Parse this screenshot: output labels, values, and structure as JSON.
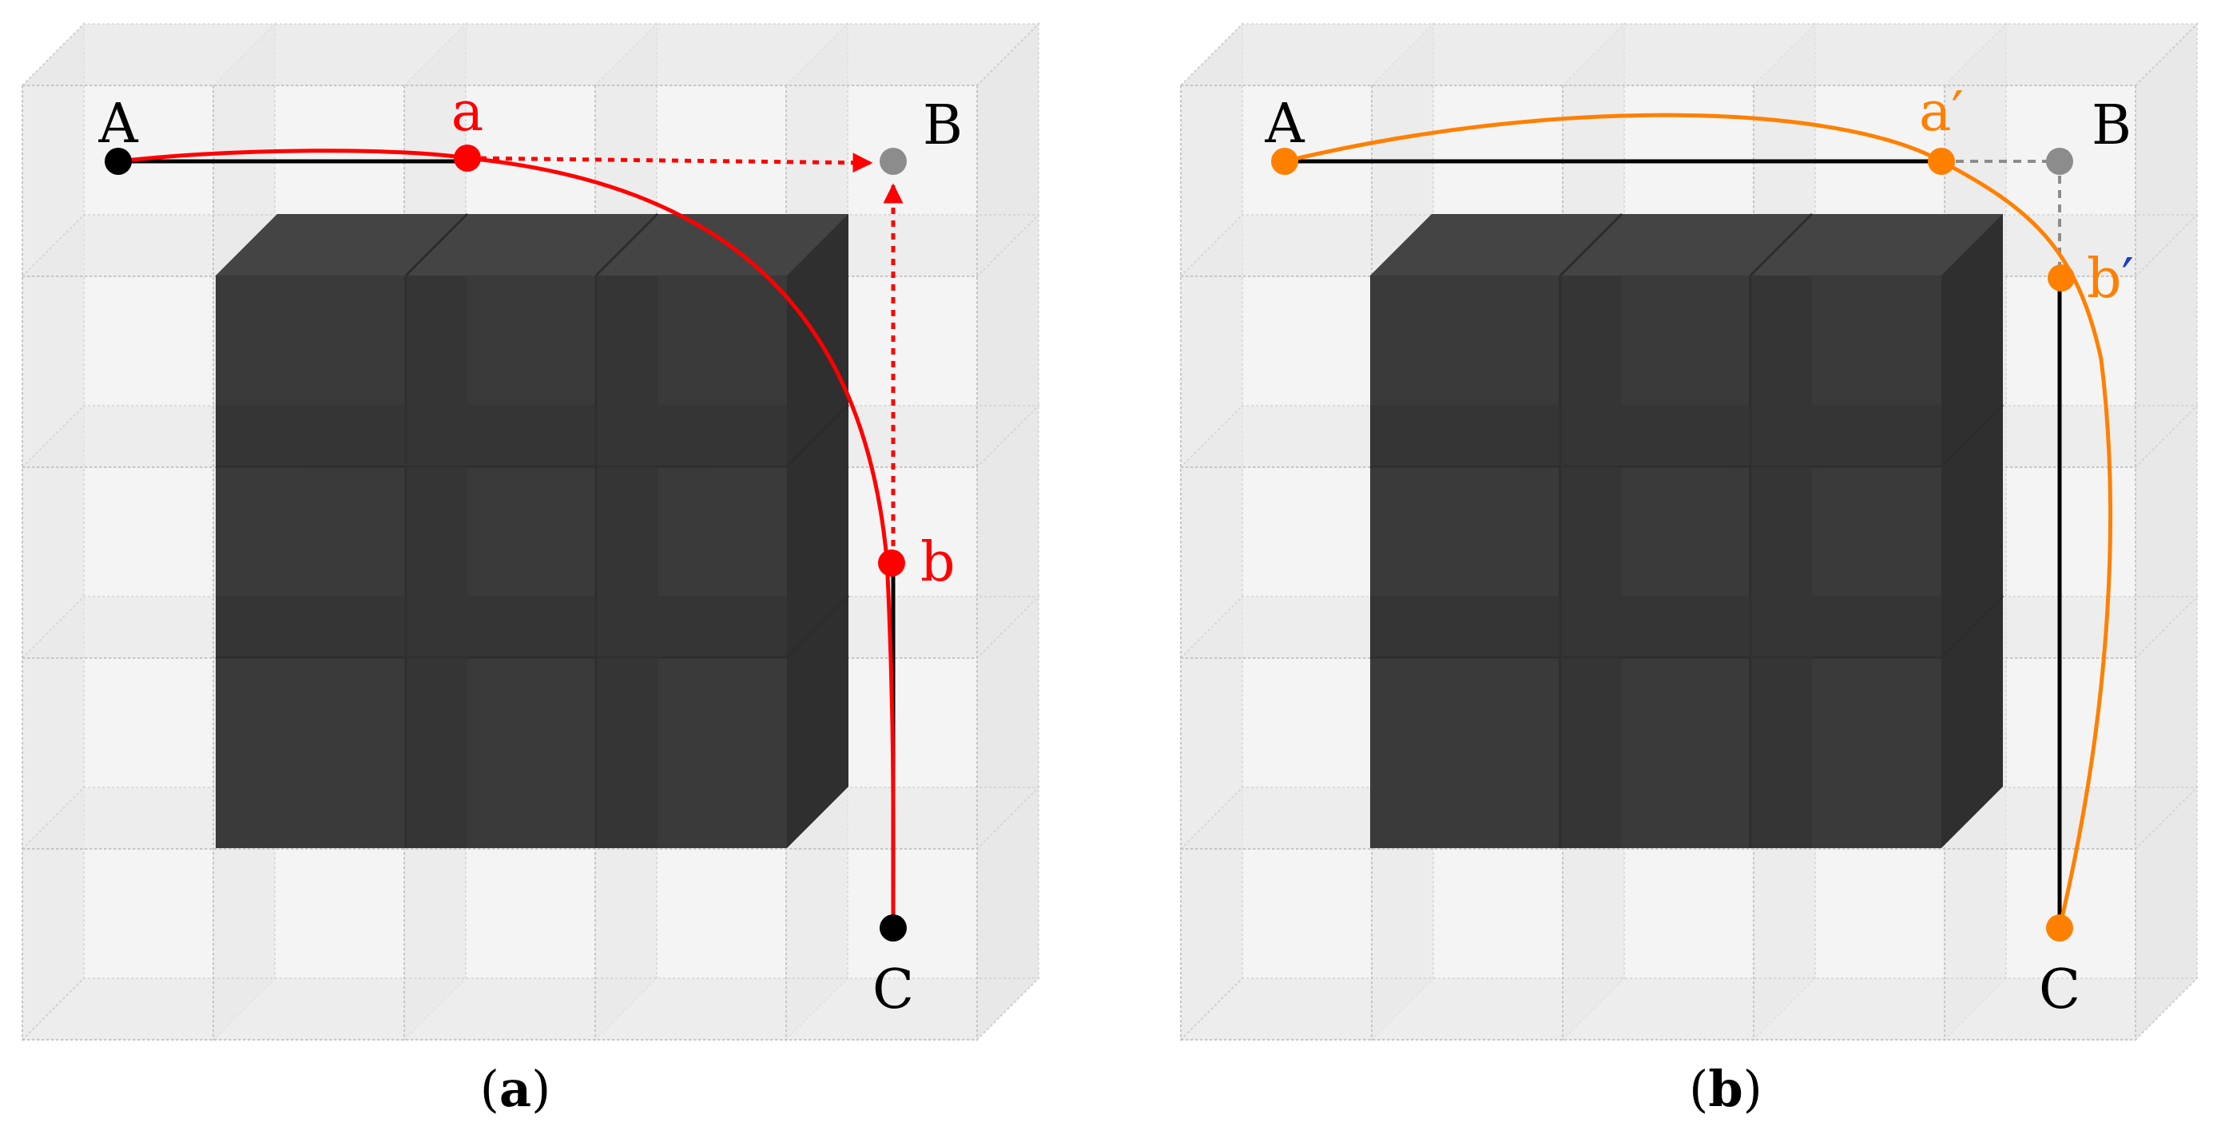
{
  "colors": {
    "path_a": "#ff0000",
    "path_b": "#ff8000",
    "point_black": "#000000",
    "point_gray": "#8c8c8c",
    "obstacle": "#3a3a3a",
    "b_prime_mark": "#1a3cd0",
    "grid_line": "#c6c6c6",
    "cell_fill": "#f4f4f4"
  },
  "panels": [
    {
      "id": "a",
      "caption": {
        "open": "(",
        "letter": "a",
        "close": ")"
      },
      "labels": {
        "A": "A",
        "B": "B",
        "C": "C",
        "mid1": "a",
        "mid2": "b"
      },
      "icons": {
        "waypoint": "circle-dot",
        "direction": "arrowhead-icon"
      }
    },
    {
      "id": "b",
      "caption": {
        "open": "(",
        "letter": "b",
        "close": ")"
      },
      "labels": {
        "A": "A",
        "B": "B",
        "C": "C",
        "mid1": "a",
        "mid1_mark": "′",
        "mid2": "b",
        "mid2_mark": "′"
      },
      "icons": {
        "waypoint": "circle-dot"
      }
    }
  ]
}
